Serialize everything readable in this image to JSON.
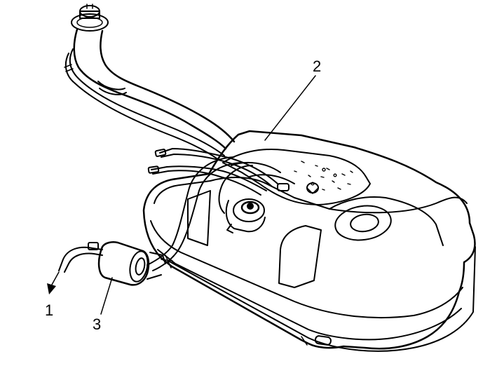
{
  "callouts": [
    {
      "id": "label-1",
      "text": "1"
    },
    {
      "id": "label-2",
      "text": "2"
    },
    {
      "id": "label-3",
      "text": "3"
    }
  ],
  "colors": {
    "ink": "#000000",
    "paper": "#ffffff"
  }
}
